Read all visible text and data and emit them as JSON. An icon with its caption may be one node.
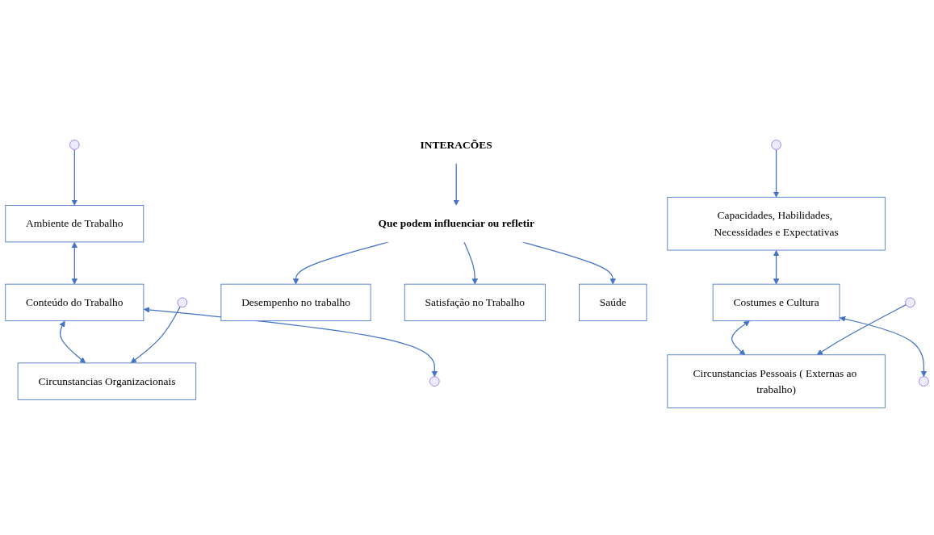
{
  "diagram": {
    "nodes": [
      {
        "text": [
          "Ambiente de Trabalho"
        ]
      },
      {
        "text": [
          "Conteúdo do Trabalho"
        ]
      },
      {
        "text": [
          "Circunstancias Organizacionais"
        ]
      },
      {
        "text": [
          "Capacidades, Habilidades, Necessidades e Expectativas"
        ]
      },
      {
        "text": [
          "Costumes e Cultura"
        ]
      },
      {
        "text": [
          "Circunstancias Pessoais ( Externas ao trabalho)"
        ]
      },
      {
        "text": [
          "INTERACÕES"
        ]
      },
      {
        "text": [
          "Que podem influenciar ou refletir"
        ]
      },
      {
        "text": [
          "Desempenho no trabalho"
        ]
      },
      {
        "text": [
          "Satisfação no Trabalho"
        ]
      },
      {
        "text": [
          "Saúde"
        ]
      }
    ],
    "edges": [
      {
        "from": 0,
        "to": 1,
        "arrow": "both"
      },
      {
        "from": 1,
        "to": 2,
        "arrow": "both"
      },
      {
        "from": 3,
        "to": 4,
        "arrow": "both"
      },
      {
        "from": 4,
        "to": 5,
        "arrow": "both"
      },
      {
        "from": 1,
        "to": null,
        "arrow": "both"
      },
      {
        "from": 4,
        "to": null,
        "arrow": "both"
      },
      {
        "from": null,
        "to": 0,
        "arrow": "to"
      },
      {
        "from": null,
        "to": 2,
        "arrow": "to"
      },
      {
        "from": null,
        "to": 3,
        "arrow": "to"
      },
      {
        "from": null,
        "to": 5,
        "arrow": "to"
      },
      {
        "from": 6,
        "to": 7,
        "arrow": "to"
      },
      {
        "from": 7,
        "to": 8,
        "arrow": "to"
      },
      {
        "from": 7,
        "to": 9,
        "arrow": "to"
      },
      {
        "from": 7,
        "to": 10,
        "arrow": "to"
      }
    ]
  }
}
